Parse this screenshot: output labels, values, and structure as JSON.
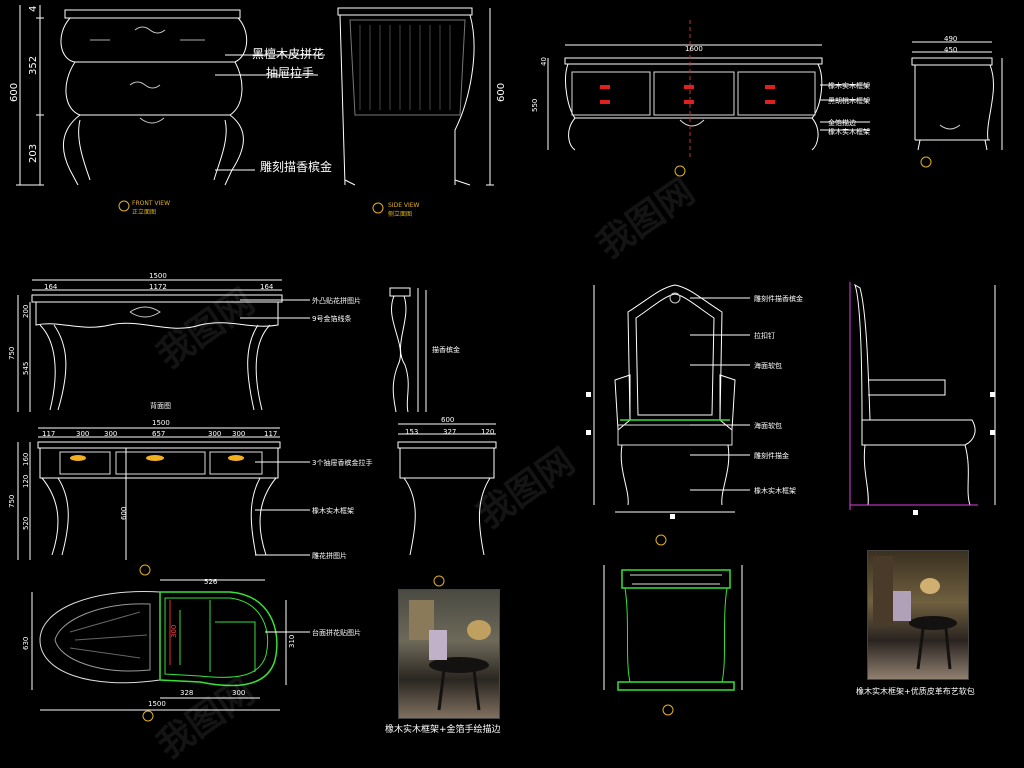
{
  "top_left": {
    "dims_vertical": [
      "600",
      "352",
      "203",
      "4"
    ],
    "labels": [
      "黑檀木皮拼花",
      "抽屉拉手",
      "雕刻描香槟金"
    ],
    "tag1": "FRONT VIEW",
    "tag1_sub": "正立面图",
    "tag2": "SIDE VIEW",
    "tag2_sub": "侧立面图",
    "side_dim": "600"
  },
  "top_right": {
    "width_total": "1600",
    "side_top": "490",
    "side_inner": "450",
    "left_dims": [
      "40",
      "550"
    ],
    "labels": [
      "橡木实木框架",
      "黑胡桃木框架",
      "金箔描边",
      "橡木实木框架"
    ]
  },
  "mid_left_back": {
    "width": "1500",
    "segments": [
      "164",
      "1172",
      "164"
    ],
    "height": "750",
    "sub_h": [
      "200",
      "545"
    ],
    "labels": [
      "外凸贴花拼图片",
      "9号金箔线条"
    ],
    "caption": "背面图",
    "side_label": "描香槟金"
  },
  "mid_left_front": {
    "width": "1500",
    "segments": [
      "117",
      "300",
      "300",
      "657",
      "300",
      "300",
      "117"
    ],
    "height": "750",
    "sub_h": [
      "160",
      "120",
      "520"
    ],
    "inner_dim": "600",
    "labels": [
      "3个抽屉香槟金拉手",
      "橡木实木框架",
      "雕花拼图片"
    ],
    "side_width": "600",
    "side_segments": [
      "153",
      "327",
      "120"
    ]
  },
  "plan": {
    "top_dim": "526",
    "width": "1500",
    "depth": "630",
    "bottom_dims": [
      "328",
      "300"
    ],
    "inner": "300",
    "right_dim": "310",
    "label": "台面拼花贴图片"
  },
  "photo_caption_left": "橡木实木框架+金箔手绘描边",
  "chair": {
    "labels": [
      "雕刻件描香槟金",
      "拉扣钉",
      "海面软包",
      "海面软包",
      "雕刻件描金",
      "橡木实木框架"
    ]
  },
  "photo_caption_right": "橡木实木框架+优质皮革布艺软包",
  "watermark": "我图网"
}
